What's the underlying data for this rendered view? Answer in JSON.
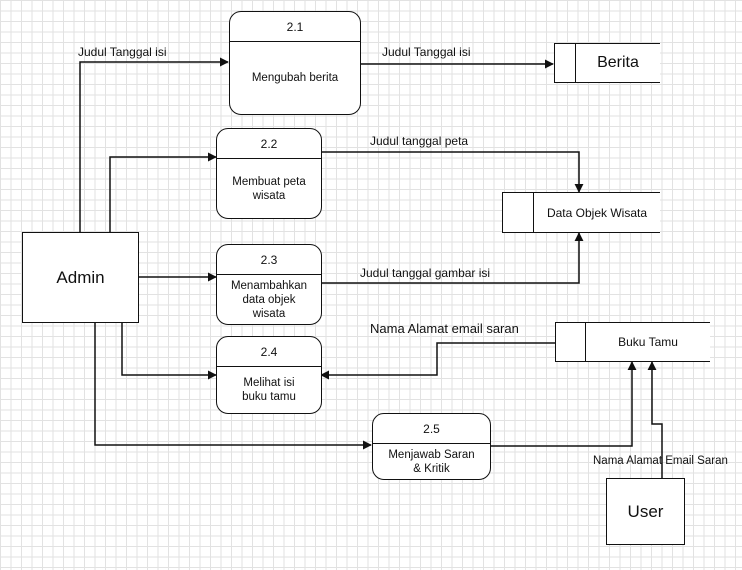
{
  "entities": {
    "admin": "Admin",
    "user": "User"
  },
  "processes": [
    {
      "id": "2.1",
      "name": "Mengubah berita"
    },
    {
      "id": "2.2",
      "name": "Membuat peta wisata"
    },
    {
      "id": "2.3",
      "name": "Menambahkan data objek wisata"
    },
    {
      "id": "2.4",
      "name": "Melihat isi buku tamu"
    },
    {
      "id": "2.5",
      "name": "Menjawab Saran & Kritik"
    }
  ],
  "stores": {
    "berita": "Berita",
    "objek_wisata": "Data Objek Wisata",
    "buku_tamu": "Buku Tamu"
  },
  "flows": {
    "admin_to_p21": "Judul Tanggal isi",
    "p21_to_berita": "Judul Tanggal isi",
    "p22_to_objek": "Judul tanggal peta",
    "p23_to_objek": "Judul tanggal gambar isi",
    "bukutamu_to_p24": "Nama Alamat email saran",
    "user_to_bukutamu": "Nama Alamat Email Saran"
  }
}
